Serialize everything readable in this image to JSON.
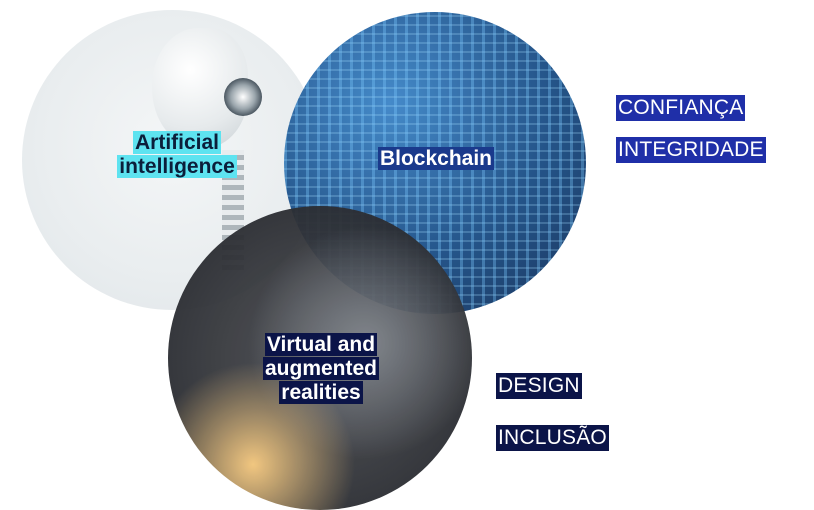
{
  "diagram": {
    "circles": [
      {
        "id": "ai",
        "label": "Artificial intelligence",
        "label_lines": [
          "Artificial",
          "intelligence"
        ]
      },
      {
        "id": "blockchain",
        "label": "Blockchain",
        "label_lines": [
          "Blockchain"
        ]
      },
      {
        "id": "vr",
        "label": "Virtual and augmented realities",
        "label_lines": [
          "Virtual and",
          "augmented",
          "realities"
        ]
      }
    ],
    "tags_top_right": [
      "CONFIANÇA",
      "INTEGRIDADE"
    ],
    "tags_bottom_right": [
      "DESIGN",
      "INCLUSÃO"
    ]
  },
  "colors": {
    "ai_label_bg": "#5ee3f0",
    "blockchain_label_bg": "#1a3a8c",
    "vr_label_bg": "#0b1448",
    "top_tags_bg": "#1f2fa8",
    "bottom_tags_bg": "#0b1448"
  }
}
